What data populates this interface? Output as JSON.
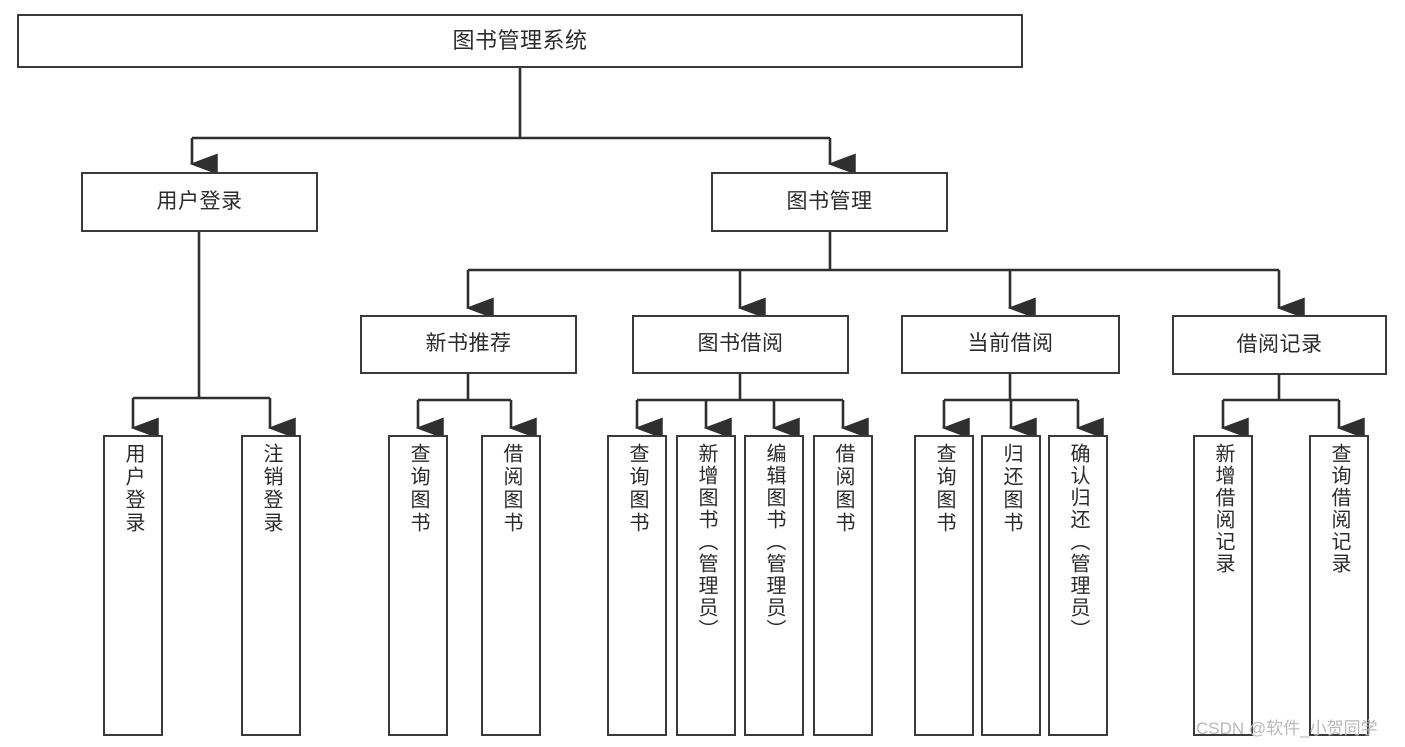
{
  "diagram": {
    "title": "图书管理系统",
    "type": "tree-hierarchy",
    "orientation": "top-down",
    "colors": {
      "box_border": "#3a3a3a",
      "box_fill": "#ffffff",
      "edge": "#2f2f2f",
      "text": "#2b2b2b",
      "background": "#ffffff",
      "watermark": "#b9b9b9"
    }
  },
  "watermark": {
    "text": "CSDN @软件_小贺同学"
  },
  "nodes": {
    "root": {
      "label": "图书管理系统"
    },
    "level1": [
      {
        "id": "user-login",
        "label": "用户登录"
      },
      {
        "id": "book-manage",
        "label": "图书管理"
      }
    ],
    "level2": [
      {
        "id": "new-book-recommend",
        "label": "新书推荐"
      },
      {
        "id": "book-borrow",
        "label": "图书借阅"
      },
      {
        "id": "current-borrow",
        "label": "当前借阅"
      },
      {
        "id": "borrow-record",
        "label": "借阅记录"
      }
    ],
    "leaves": {
      "user_login": [
        {
          "id": "leaf-user-login",
          "label": "用户登录"
        },
        {
          "id": "leaf-logout-login",
          "label": "注销登录"
        }
      ],
      "new_book_recommend": [
        {
          "id": "leaf-query-book-1",
          "label": "查询图书"
        },
        {
          "id": "leaf-borrow-book-1",
          "label": "借阅图书"
        }
      ],
      "book_borrow": [
        {
          "id": "leaf-query-book-2",
          "label": "查询图书"
        },
        {
          "id": "leaf-add-book",
          "label": "新增图书（管理员）"
        },
        {
          "id": "leaf-edit-book",
          "label": "编辑图书（管理员）"
        },
        {
          "id": "leaf-borrow-book-2",
          "label": "借阅图书"
        }
      ],
      "current_borrow": [
        {
          "id": "leaf-query-book-3",
          "label": "查询图书"
        },
        {
          "id": "leaf-return-book",
          "label": "归还图书"
        },
        {
          "id": "leaf-confirm-return",
          "label": "确认归还（管理员）"
        }
      ],
      "borrow_record": [
        {
          "id": "leaf-add-record",
          "label": "新增借阅记录"
        },
        {
          "id": "leaf-query-record",
          "label": "查询借阅记录"
        }
      ]
    }
  }
}
